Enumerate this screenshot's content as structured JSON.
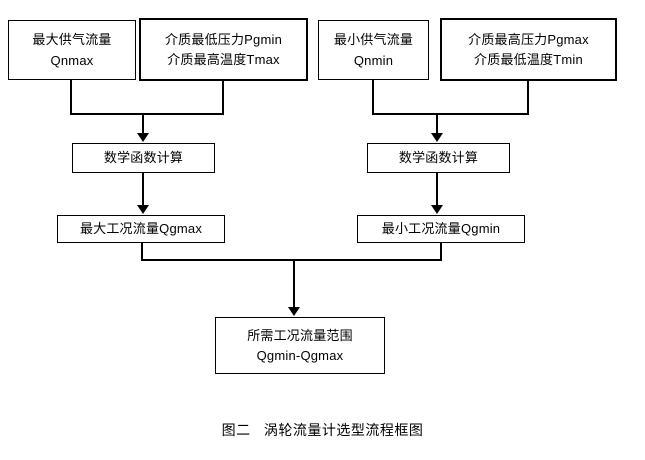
{
  "figure": {
    "caption": "图二   涡轮流量计选型流程框图",
    "background_color": "#ffffff",
    "line_color": "#000000"
  },
  "nodes": {
    "max_supply_flow": {
      "line1": "最大供气流量",
      "line2": "Qnmax"
    },
    "min_pressure_max_temp": {
      "line1": "介质最低压力Pgmin",
      "line2": "介质最高温度Tmax"
    },
    "min_supply_flow": {
      "line1": "最小供气流量",
      "line2": "Qnmin"
    },
    "max_pressure_min_temp": {
      "line1": "介质最高压力Pgmax",
      "line2": "介质最低温度Tmin"
    },
    "math_function_left": {
      "line1": "数学函数计算"
    },
    "math_function_right": {
      "line1": "数学函数计算"
    },
    "max_working_flow": {
      "line1": "最大工况流量Qgmax"
    },
    "min_working_flow": {
      "line1": "最小工况流量Qgmin"
    },
    "required_flow_range": {
      "line1": "所需工况流量范围",
      "line2": "Qgmin-Qgmax"
    }
  }
}
